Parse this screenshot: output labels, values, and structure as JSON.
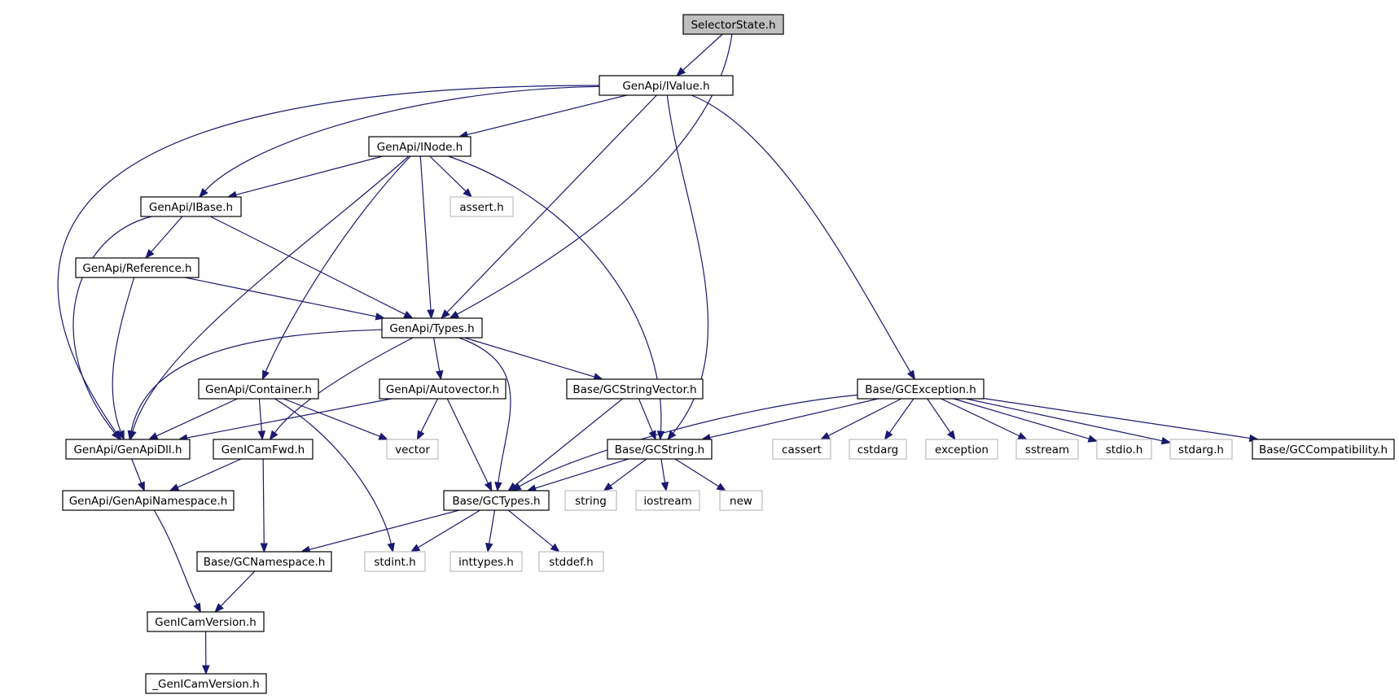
{
  "colors": {
    "edge": "#191970",
    "root_fill": "#bfbfbf",
    "node_border": "#000000",
    "external_border": "#bfbfbf",
    "text": "#000000"
  },
  "nodes": [
    {
      "id": "selectorstate",
      "label": "SelectorState.h",
      "kind": "root"
    },
    {
      "id": "ivalue",
      "label": "GenApi/IValue.h",
      "kind": "local"
    },
    {
      "id": "inode",
      "label": "GenApi/INode.h",
      "kind": "local"
    },
    {
      "id": "ibase",
      "label": "GenApi/IBase.h",
      "kind": "local"
    },
    {
      "id": "assert",
      "label": "assert.h",
      "kind": "external"
    },
    {
      "id": "reference",
      "label": "GenApi/Reference.h",
      "kind": "local"
    },
    {
      "id": "types",
      "label": "GenApi/Types.h",
      "kind": "local"
    },
    {
      "id": "container",
      "label": "GenApi/Container.h",
      "kind": "local"
    },
    {
      "id": "autovector",
      "label": "GenApi/Autovector.h",
      "kind": "local"
    },
    {
      "id": "gcstringvector",
      "label": "Base/GCStringVector.h",
      "kind": "local"
    },
    {
      "id": "gcexception",
      "label": "Base/GCException.h",
      "kind": "local"
    },
    {
      "id": "genapidll",
      "label": "GenApi/GenApiDll.h",
      "kind": "local"
    },
    {
      "id": "genicamfwd",
      "label": "GenICamFwd.h",
      "kind": "local"
    },
    {
      "id": "vector",
      "label": "vector",
      "kind": "external"
    },
    {
      "id": "gcstring",
      "label": "Base/GCString.h",
      "kind": "local"
    },
    {
      "id": "cassert",
      "label": "cassert",
      "kind": "external"
    },
    {
      "id": "cstdarg",
      "label": "cstdarg",
      "kind": "external"
    },
    {
      "id": "exception",
      "label": "exception",
      "kind": "external"
    },
    {
      "id": "sstream",
      "label": "sstream",
      "kind": "external"
    },
    {
      "id": "stdio",
      "label": "stdio.h",
      "kind": "external"
    },
    {
      "id": "stdarg",
      "label": "stdarg.h",
      "kind": "external"
    },
    {
      "id": "gccompat",
      "label": "Base/GCCompatibility.h",
      "kind": "local"
    },
    {
      "id": "genapins",
      "label": "GenApi/GenApiNamespace.h",
      "kind": "local"
    },
    {
      "id": "gctypes",
      "label": "Base/GCTypes.h",
      "kind": "local"
    },
    {
      "id": "string",
      "label": "string",
      "kind": "external"
    },
    {
      "id": "iostream",
      "label": "iostream",
      "kind": "external"
    },
    {
      "id": "new",
      "label": "new",
      "kind": "external"
    },
    {
      "id": "gcnamespace",
      "label": "Base/GCNamespace.h",
      "kind": "local"
    },
    {
      "id": "stdint",
      "label": "stdint.h",
      "kind": "external"
    },
    {
      "id": "inttypes",
      "label": "inttypes.h",
      "kind": "external"
    },
    {
      "id": "stddef",
      "label": "stddef.h",
      "kind": "external"
    },
    {
      "id": "genicamversion",
      "label": "GenICamVersion.h",
      "kind": "local"
    },
    {
      "id": "_genicamversion",
      "label": "_GenICamVersion.h",
      "kind": "local"
    }
  ],
  "edges": [
    [
      "selectorstate",
      "ivalue"
    ],
    [
      "selectorstate",
      "types"
    ],
    [
      "ivalue",
      "inode"
    ],
    [
      "ivalue",
      "ibase"
    ],
    [
      "ivalue",
      "genapidll"
    ],
    [
      "ivalue",
      "types"
    ],
    [
      "ivalue",
      "gcstring"
    ],
    [
      "ivalue",
      "gcexception"
    ],
    [
      "inode",
      "ibase"
    ],
    [
      "inode",
      "assert"
    ],
    [
      "inode",
      "types"
    ],
    [
      "inode",
      "container"
    ],
    [
      "inode",
      "genapidll"
    ],
    [
      "inode",
      "gcstring"
    ],
    [
      "ibase",
      "reference"
    ],
    [
      "ibase",
      "types"
    ],
    [
      "ibase",
      "genapidll"
    ],
    [
      "reference",
      "types"
    ],
    [
      "reference",
      "genapidll"
    ],
    [
      "types",
      "genapidll"
    ],
    [
      "types",
      "genicamfwd"
    ],
    [
      "types",
      "autovector"
    ],
    [
      "types",
      "gcstringvector"
    ],
    [
      "types",
      "gctypes"
    ],
    [
      "container",
      "genapidll"
    ],
    [
      "container",
      "genicamfwd"
    ],
    [
      "container",
      "vector"
    ],
    [
      "container",
      "stdint"
    ],
    [
      "autovector",
      "genapidll"
    ],
    [
      "autovector",
      "vector"
    ],
    [
      "autovector",
      "gctypes"
    ],
    [
      "gcstringvector",
      "gcstring"
    ],
    [
      "gcstringvector",
      "gctypes"
    ],
    [
      "gcexception",
      "gcstring"
    ],
    [
      "gcexception",
      "gctypes"
    ],
    [
      "gcexception",
      "cassert"
    ],
    [
      "gcexception",
      "cstdarg"
    ],
    [
      "gcexception",
      "exception"
    ],
    [
      "gcexception",
      "sstream"
    ],
    [
      "gcexception",
      "stdio"
    ],
    [
      "gcexception",
      "stdarg"
    ],
    [
      "gcexception",
      "gccompat"
    ],
    [
      "genapidll",
      "genapins"
    ],
    [
      "genicamfwd",
      "genapins"
    ],
    [
      "genicamfwd",
      "gcnamespace"
    ],
    [
      "gcstring",
      "gctypes"
    ],
    [
      "gcstring",
      "string"
    ],
    [
      "gcstring",
      "iostream"
    ],
    [
      "gcstring",
      "new"
    ],
    [
      "genapins",
      "genicamversion"
    ],
    [
      "gctypes",
      "gcnamespace"
    ],
    [
      "gctypes",
      "stdint"
    ],
    [
      "gctypes",
      "inttypes"
    ],
    [
      "gctypes",
      "stddef"
    ],
    [
      "gcnamespace",
      "genicamversion"
    ],
    [
      "genicamversion",
      "_genicamversion"
    ]
  ]
}
